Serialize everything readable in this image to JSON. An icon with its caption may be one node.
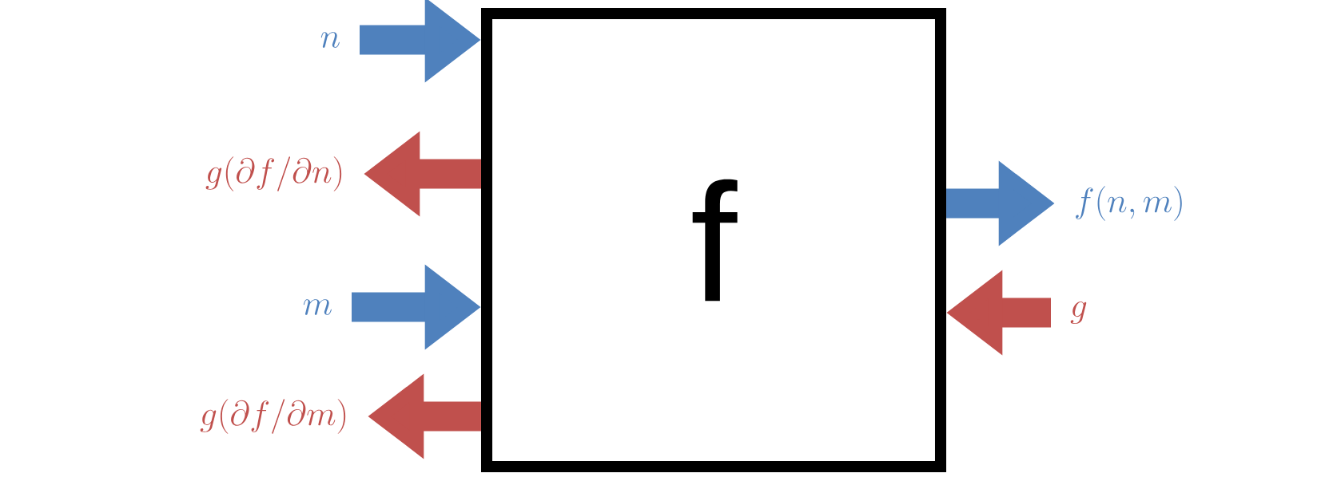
{
  "diagram": {
    "nodes": [
      {
        "text": [
          "f"
        ]
      },
      {
        "text": [
          "n"
        ]
      },
      {
        "text": [
          "g(\\partial f/\\partial n)"
        ]
      },
      {
        "text": [
          "m"
        ]
      },
      {
        "text": [
          "g(\\partial f/\\partial m)"
        ]
      },
      {
        "text": [
          "f(n,m)"
        ]
      },
      {
        "text": [
          "g"
        ]
      }
    ],
    "edges": [
      {
        "from": 1,
        "to": 0,
        "arrow": "to",
        "color": "#4f81bd"
      },
      {
        "from": 0,
        "to": 2,
        "arrow": "to",
        "color": "#c0504d"
      },
      {
        "from": 3,
        "to": 0,
        "arrow": "to",
        "color": "#4f81bd"
      },
      {
        "from": 0,
        "to": 4,
        "arrow": "to",
        "color": "#c0504d"
      },
      {
        "from": 0,
        "to": 5,
        "arrow": "to",
        "color": "#4f81bd"
      },
      {
        "from": 6,
        "to": 0,
        "arrow": "to",
        "color": "#c0504d"
      }
    ]
  }
}
